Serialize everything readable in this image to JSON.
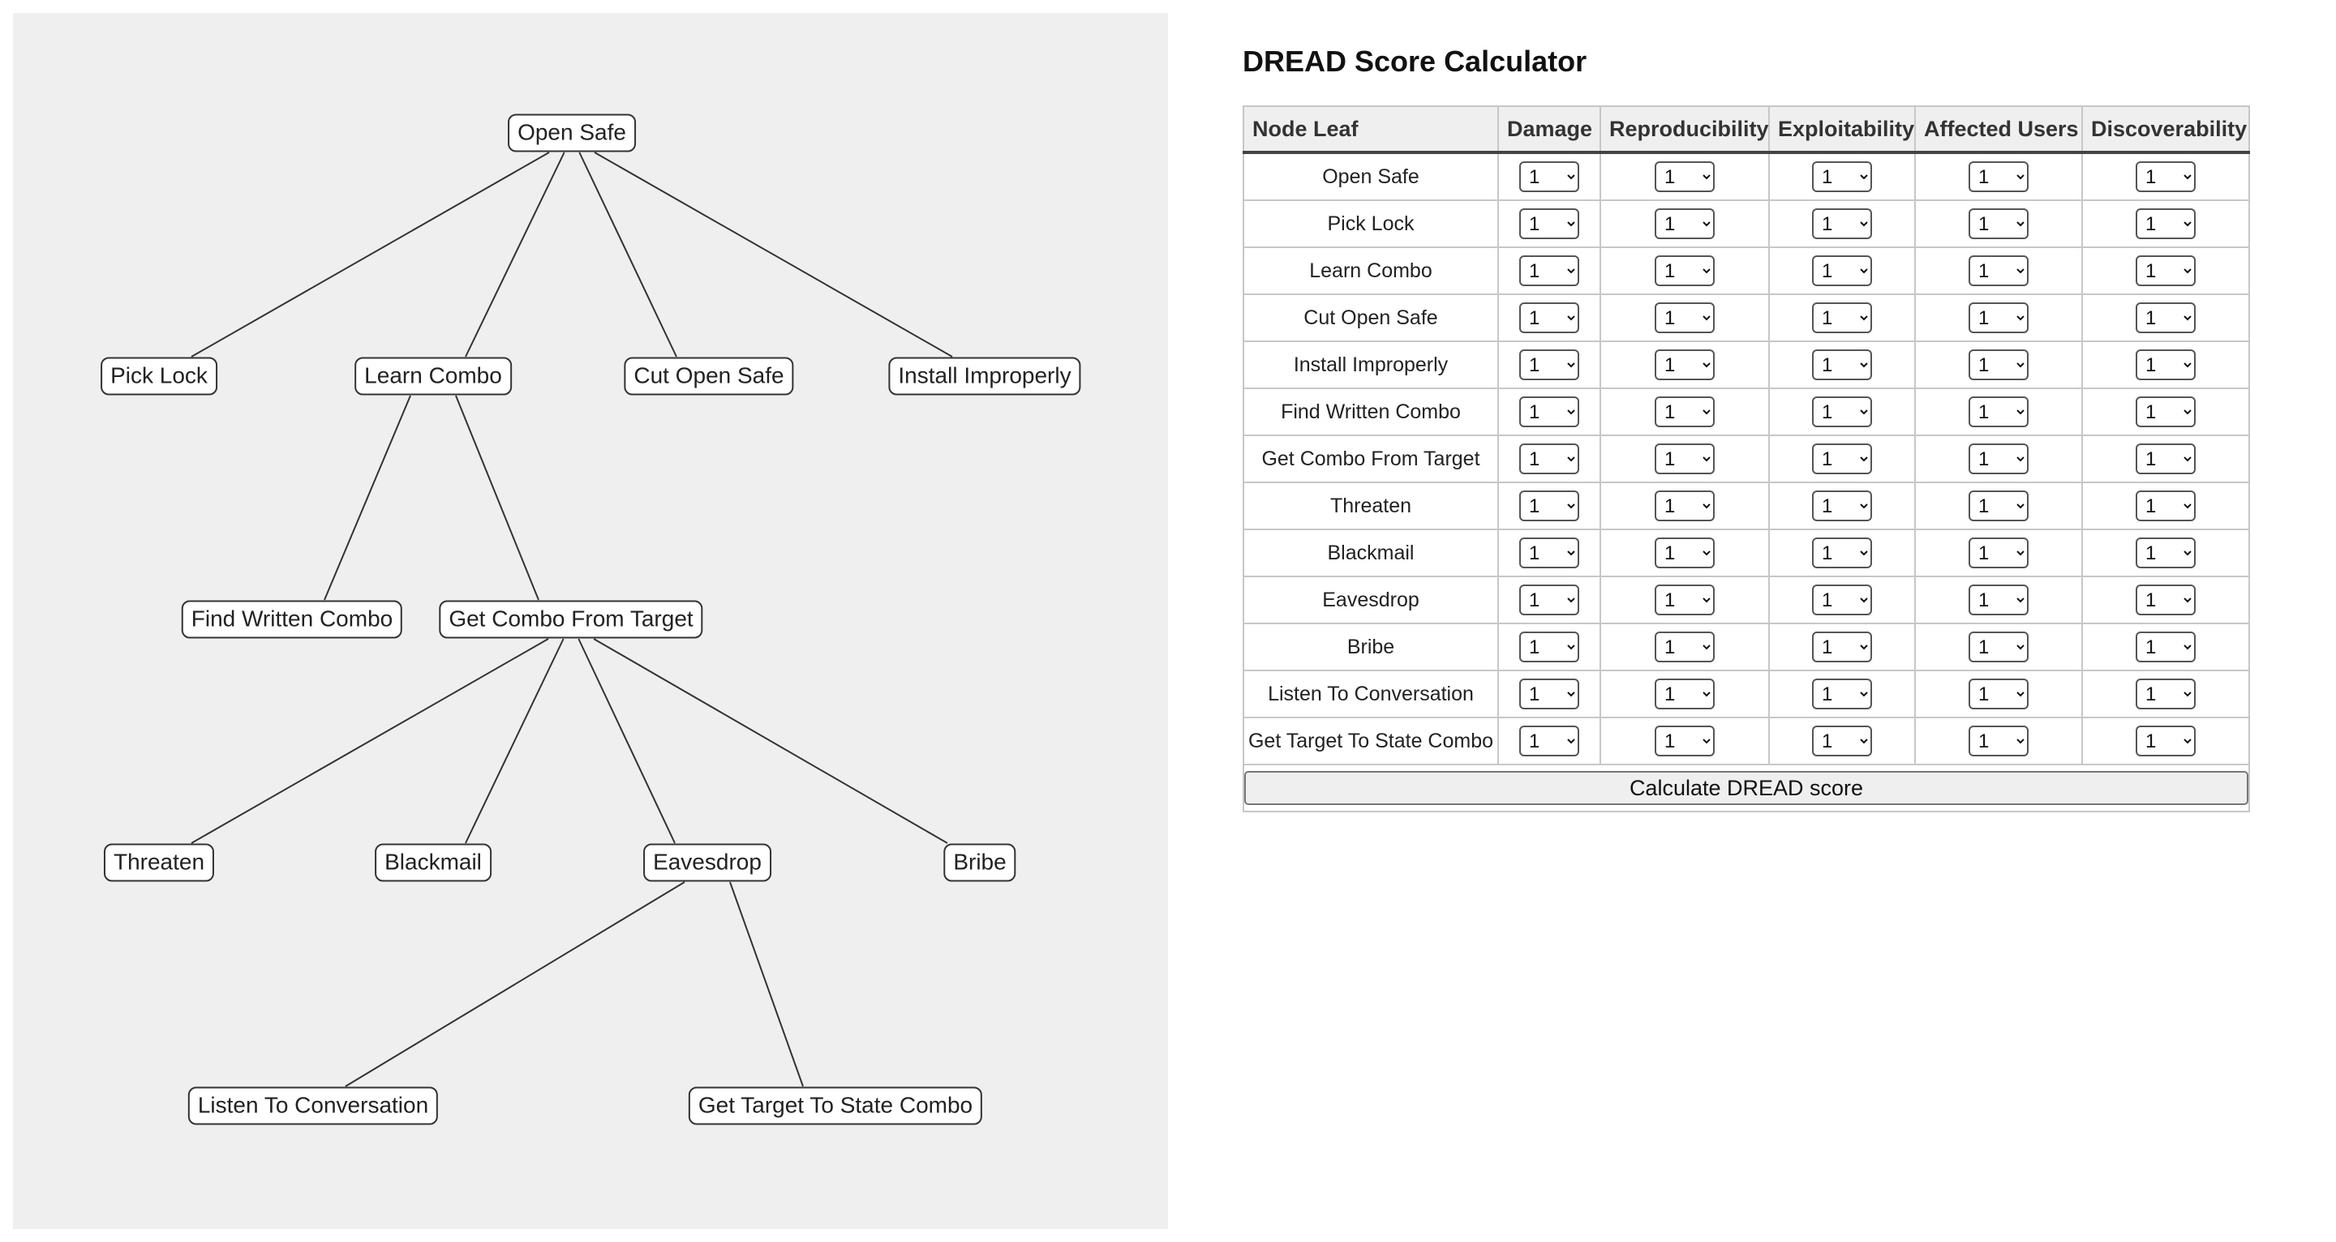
{
  "tree": {
    "nodes": [
      {
        "id": "open-safe",
        "label": "Open Safe",
        "parent": null
      },
      {
        "id": "pick-lock",
        "label": "Pick Lock",
        "parent": "open-safe"
      },
      {
        "id": "learn-combo",
        "label": "Learn Combo",
        "parent": "open-safe"
      },
      {
        "id": "cut-open-safe",
        "label": "Cut Open Safe",
        "parent": "open-safe"
      },
      {
        "id": "install-improperly",
        "label": "Install Improperly",
        "parent": "open-safe"
      },
      {
        "id": "find-written-combo",
        "label": "Find Written Combo",
        "parent": "learn-combo"
      },
      {
        "id": "get-combo-from-target",
        "label": "Get Combo From Target",
        "parent": "learn-combo"
      },
      {
        "id": "threaten",
        "label": "Threaten",
        "parent": "get-combo-from-target"
      },
      {
        "id": "blackmail",
        "label": "Blackmail",
        "parent": "get-combo-from-target"
      },
      {
        "id": "eavesdrop",
        "label": "Eavesdrop",
        "parent": "get-combo-from-target"
      },
      {
        "id": "bribe",
        "label": "Bribe",
        "parent": "get-combo-from-target"
      },
      {
        "id": "listen-to-conversation",
        "label": "Listen To Conversation",
        "parent": "eavesdrop"
      },
      {
        "id": "get-target-to-state-combo",
        "label": "Get Target To State Combo",
        "parent": "eavesdrop"
      }
    ]
  },
  "calculator": {
    "title": "DREAD Score Calculator",
    "headers": [
      "Node Leaf",
      "Damage",
      "Reproducibility",
      "Exploitability",
      "Affected Users",
      "Discoverability"
    ],
    "rows": [
      {
        "leaf": "Open Safe",
        "scores": [
          "1",
          "1",
          "1",
          "1",
          "1"
        ]
      },
      {
        "leaf": "Pick Lock",
        "scores": [
          "1",
          "1",
          "1",
          "1",
          "1"
        ]
      },
      {
        "leaf": "Learn Combo",
        "scores": [
          "1",
          "1",
          "1",
          "1",
          "1"
        ]
      },
      {
        "leaf": "Cut Open Safe",
        "scores": [
          "1",
          "1",
          "1",
          "1",
          "1"
        ]
      },
      {
        "leaf": "Install Improperly",
        "scores": [
          "1",
          "1",
          "1",
          "1",
          "1"
        ]
      },
      {
        "leaf": "Find Written Combo",
        "scores": [
          "1",
          "1",
          "1",
          "1",
          "1"
        ]
      },
      {
        "leaf": "Get Combo From Target",
        "scores": [
          "1",
          "1",
          "1",
          "1",
          "1"
        ]
      },
      {
        "leaf": "Threaten",
        "scores": [
          "1",
          "1",
          "1",
          "1",
          "1"
        ]
      },
      {
        "leaf": "Blackmail",
        "scores": [
          "1",
          "1",
          "1",
          "1",
          "1"
        ]
      },
      {
        "leaf": "Eavesdrop",
        "scores": [
          "1",
          "1",
          "1",
          "1",
          "1"
        ]
      },
      {
        "leaf": "Bribe",
        "scores": [
          "1",
          "1",
          "1",
          "1",
          "1"
        ]
      },
      {
        "leaf": "Listen To Conversation",
        "scores": [
          "1",
          "1",
          "1",
          "1",
          "1"
        ]
      },
      {
        "leaf": "Get Target To State Combo",
        "scores": [
          "1",
          "1",
          "1",
          "1",
          "1"
        ]
      }
    ],
    "button_label": "Calculate DREAD score"
  }
}
